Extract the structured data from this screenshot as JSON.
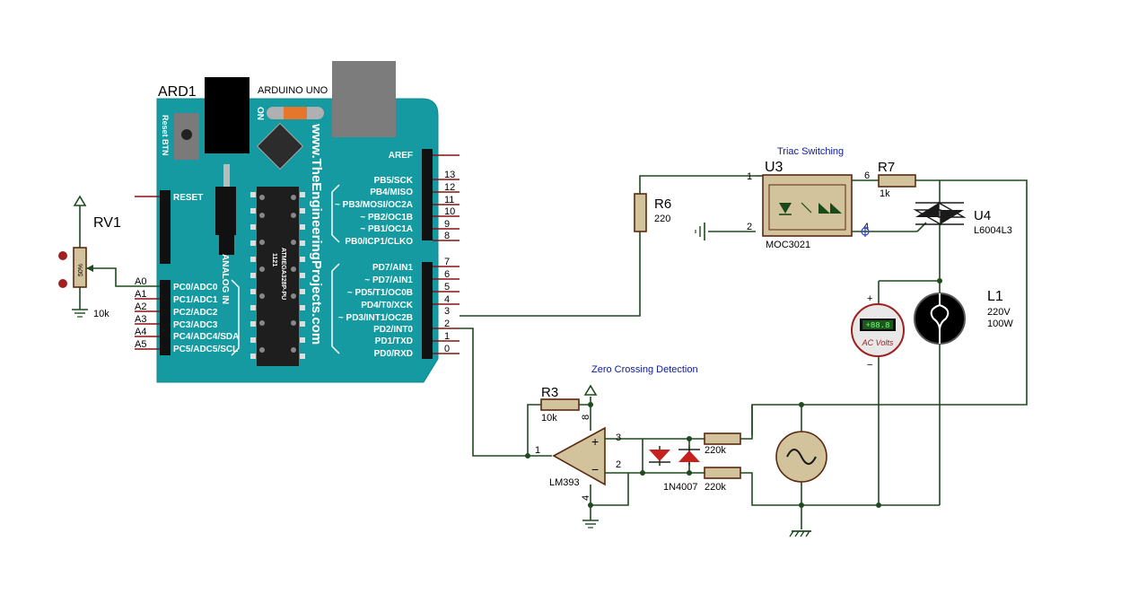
{
  "arduino": {
    "ref": "ARD1",
    "model": "ARDUINO UNO",
    "reset_label": "Reset BTN",
    "on_label": "ON",
    "website": "www.TheEngineeringProjects.com",
    "analog_in_label": "ANALOG IN",
    "chip_label": "ATMEGA328P-PU",
    "chip_code": "1121",
    "reset_pin": "RESET",
    "aref_pin": "AREF",
    "digital_pins_top": [
      {
        "name": "PB5/SCK",
        "num": "13"
      },
      {
        "name": "PB4/MISO",
        "num": "12"
      },
      {
        "name": "~ PB3/MOSI/OC2A",
        "num": "11"
      },
      {
        "name": "~ PB2/OC1B",
        "num": "10"
      },
      {
        "name": "~ PB1/OC1A",
        "num": "9"
      },
      {
        "name": "PB0/ICP1/CLKO",
        "num": "8"
      }
    ],
    "digital_pins_bottom": [
      {
        "name": "PD7/AIN1",
        "num": "7"
      },
      {
        "name": "~ PD7/AIN1",
        "num": "6"
      },
      {
        "name": "~ PD5/T1/OC0B",
        "num": "5"
      },
      {
        "name": "PD4/T0/XCK",
        "num": "4"
      },
      {
        "name": "~ PD3/INT1/OC2B",
        "num": "3"
      },
      {
        "name": "PD2/INT0",
        "num": "2"
      },
      {
        "name": "PD1/TXD",
        "num": "1"
      },
      {
        "name": "PD0/RXD",
        "num": "0"
      }
    ],
    "analog_pins": [
      {
        "name": "PC0/ADC0",
        "num": "A0"
      },
      {
        "name": "PC1/ADC1",
        "num": "A1"
      },
      {
        "name": "PC2/ADC2",
        "num": "A2"
      },
      {
        "name": "PC3/ADC3",
        "num": "A3"
      },
      {
        "name": "PC4/ADC4/SDA",
        "num": "A4"
      },
      {
        "name": "PC5/ADC5/SCL",
        "num": "A5"
      }
    ]
  },
  "rv1": {
    "ref": "RV1",
    "value": "10k",
    "wiper": "50%"
  },
  "r6": {
    "ref": "R6",
    "value": "220"
  },
  "u3": {
    "ref": "U3",
    "part": "MOC3021",
    "pin1": "1",
    "pin2": "2",
    "pin6": "6",
    "pin4": "4"
  },
  "r7": {
    "ref": "R7",
    "value": "1k"
  },
  "u4": {
    "ref": "U4",
    "part": "L6004L3"
  },
  "l1": {
    "ref": "L1",
    "voltage": "220V",
    "power": "100W"
  },
  "voltmeter": {
    "reading": "+88.8",
    "label": "AC Volts",
    "plus": "+",
    "minus": "−"
  },
  "r3": {
    "ref": "R3",
    "value": "10k"
  },
  "lm393": {
    "part": "LM393",
    "pin1": "1",
    "pin2": "2",
    "pin3": "3",
    "pin4": "4",
    "pin8": "8",
    "plus": "+",
    "minus": "−"
  },
  "diodes": {
    "part": "1N4007"
  },
  "r_top": {
    "value": "220k"
  },
  "r_bot": {
    "value": "220k"
  },
  "annotations": {
    "triac": "Triac Switching",
    "zero_cross": "Zero Crossing Detection"
  }
}
